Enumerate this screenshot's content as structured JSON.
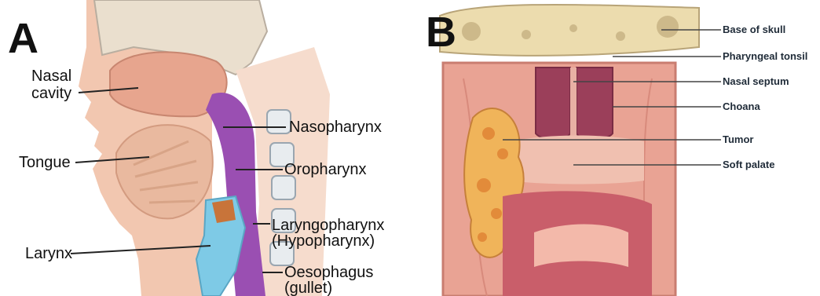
{
  "panel_a": {
    "letter": "A",
    "labels": {
      "nasal_cavity_1": "Nasal",
      "nasal_cavity_2": "cavity",
      "tongue": "Tongue",
      "larynx": "Larynx",
      "nasopharynx": "Nasopharynx",
      "oropharynx": "Oropharynx",
      "laryngopharynx_1": "Laryngopharynx",
      "laryngopharynx_2": "(Hypopharynx)",
      "oesophagus_1": "Oesophagus",
      "oesophagus_2": "(gullet)"
    },
    "colors": {
      "pharynx": "#9a4fb2",
      "larynx": "#7ecae6",
      "skin": "#f2c7b0",
      "bone": "#eadfce",
      "tissue": "#e7a58e"
    }
  },
  "panel_b": {
    "letter": "B",
    "labels": {
      "base_of_skull": "Base of skull",
      "pharyngeal_tonsil": "Pharyngeal tonsil",
      "nasal_septum": "Nasal septum",
      "choana": "Choana",
      "tumor": "Tumor",
      "soft_palate": "Soft palate"
    },
    "colors": {
      "mucosa": "#e9a394",
      "skull": "#ecdcae",
      "tumor": "#f0b45a",
      "choana": "#9b3f5a",
      "tonsil": "#c95e6a"
    }
  }
}
